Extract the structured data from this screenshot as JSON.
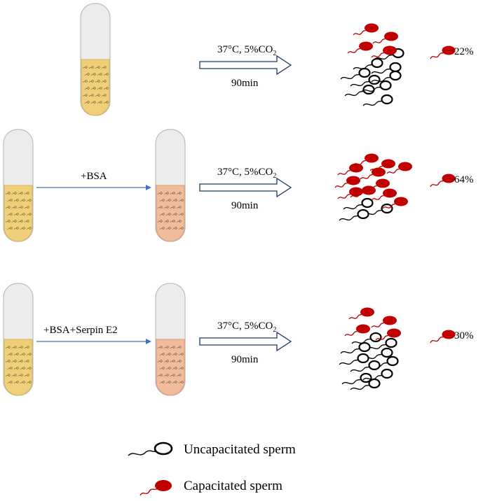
{
  "colors": {
    "medium_yellow": "#efcf7a",
    "medium_pink": "#f0bc9c",
    "tube_glass": "#e7e7e7",
    "blue_arrow": "#4472c4",
    "open_arrow": "#1f3864",
    "capacitated_red": "#c00000",
    "uncapacitated_black": "#000000"
  },
  "rows": [
    {
      "condition_label": "",
      "incubation_top": "37°C, 5%CO",
      "incubation_sub": "2",
      "incubation_time": "90min",
      "capacitated_count": 4,
      "uncapacitated_count": 9,
      "percent": "22%"
    },
    {
      "condition_label": "+BSA",
      "incubation_top": "37°C, 5%CO",
      "incubation_sub": "2",
      "incubation_time": "90min",
      "capacitated_count": 11,
      "uncapacitated_count": 3,
      "percent": "64%"
    },
    {
      "condition_label": "+BSA+Serpin E2",
      "incubation_top": "37°C, 5%CO",
      "incubation_sub": "2",
      "incubation_time": "90min",
      "capacitated_count": 4,
      "uncapacitated_count": 10,
      "percent": "30%"
    }
  ],
  "legend": {
    "uncapacitated": "Uncapacitated sperm",
    "capacitated": "Capacitated sperm"
  }
}
